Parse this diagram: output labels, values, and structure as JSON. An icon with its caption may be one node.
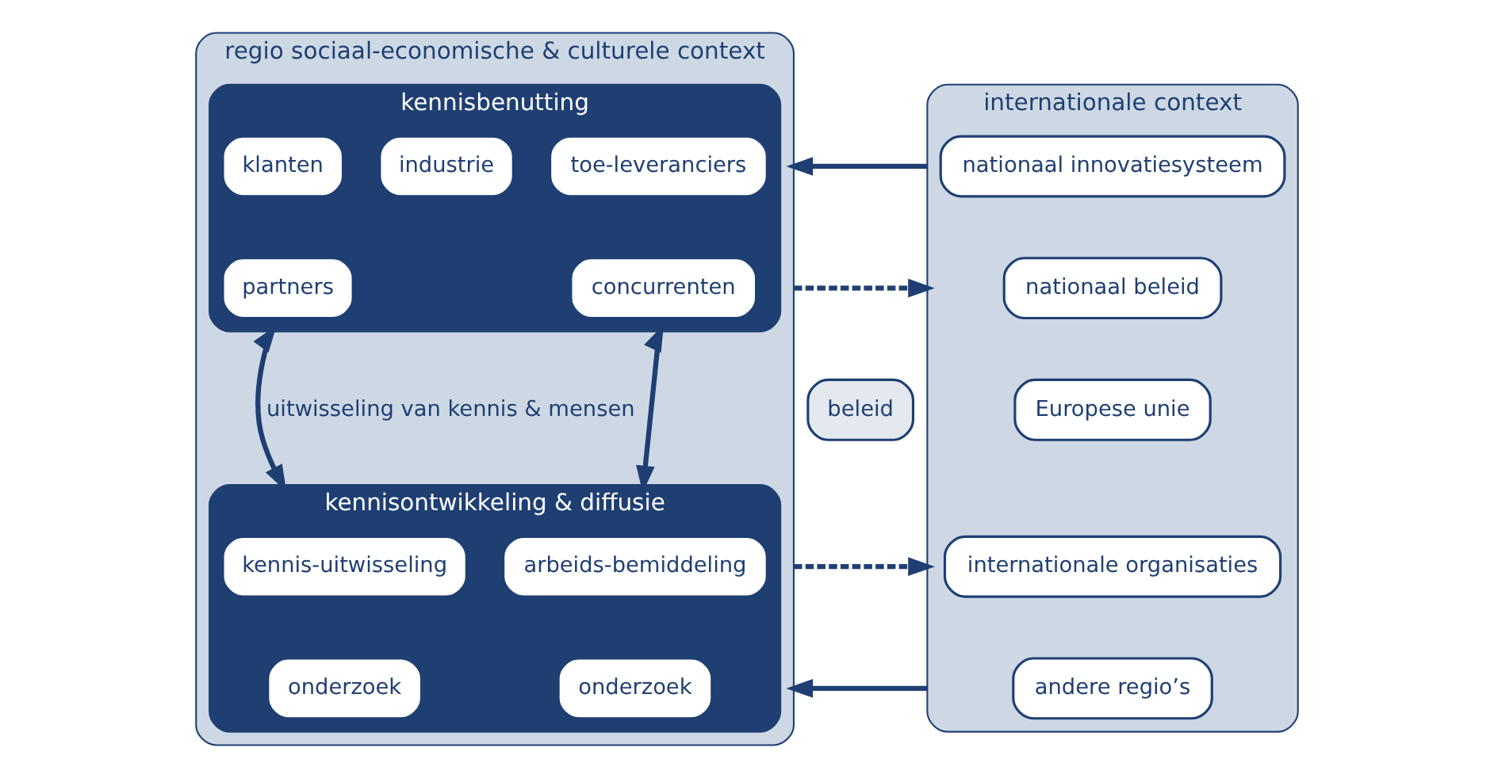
{
  "diagram": {
    "nodes": [
      {
        "text": [
          "regio sociaal-economische & culturele context"
        ]
      },
      {
        "text": [
          "kennisbenutting"
        ],
        "in": 0
      },
      {
        "text": [
          "klanten"
        ],
        "in": 1
      },
      {
        "text": [
          "industrie"
        ],
        "in": 1
      },
      {
        "text": [
          "toe-leveranciers"
        ],
        "in": 1
      },
      {
        "text": [
          "partners"
        ],
        "in": 1
      },
      {
        "text": [
          "concurrenten"
        ],
        "in": 1
      },
      {
        "text": [
          "kennisontwikkeling & diffusie"
        ],
        "in": 0
      },
      {
        "text": [
          "kennis-uitwisseling"
        ],
        "in": 7
      },
      {
        "text": [
          "arbeids-bemiddeling"
        ],
        "in": 7
      },
      {
        "text": [
          "onderzoek"
        ],
        "in": 7
      },
      {
        "text": [
          "onderzoek"
        ],
        "in": 7
      },
      {
        "text": [
          "beleid"
        ]
      },
      {
        "text": [
          "internationale context"
        ]
      },
      {
        "text": [
          "nationaal innovatiesysteem"
        ],
        "in": 13
      },
      {
        "text": [
          "nationaal beleid"
        ],
        "in": 13
      },
      {
        "text": [
          "Europese unie"
        ],
        "in": 13
      },
      {
        "text": [
          "internationale organisaties"
        ],
        "in": 13
      },
      {
        "text": [
          "andere regio’s"
        ],
        "in": 13
      }
    ],
    "edges": [
      {
        "from": 1,
        "to": 7,
        "arrow": "both",
        "label": "uitwisseling van kennis & mensen"
      },
      {
        "from": 1,
        "to": 7,
        "arrow": "both"
      },
      {
        "from": 13,
        "to": 0,
        "arrow": "to"
      },
      {
        "from": 0,
        "to": 13,
        "arrow": "to",
        "style": "dashed"
      },
      {
        "from": 0,
        "to": 13,
        "arrow": "to",
        "style": "dashed"
      },
      {
        "from": 13,
        "to": 0,
        "arrow": "to"
      }
    ]
  }
}
